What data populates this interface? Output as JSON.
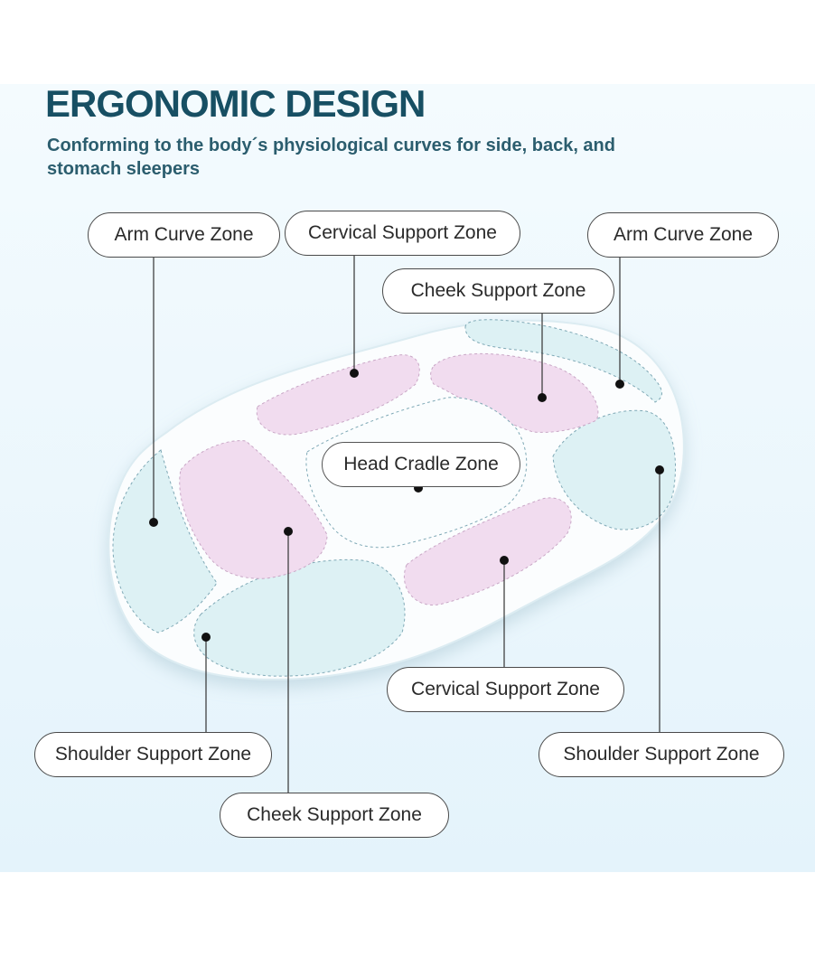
{
  "header": {
    "title": "ERGONOMIC DESIGN",
    "subtitle": "Conforming to the body´s physiological curves for side, back, and stomach sleepers"
  },
  "zones": {
    "arm_curve_left": "Arm Curve Zone",
    "cervical_top": "Cervical Support Zone",
    "arm_curve_right": "Arm Curve Zone",
    "cheek_top": "Cheek Support Zone",
    "head_cradle": "Head Cradle Zone",
    "cervical_bottom": "Cervical Support Zone",
    "shoulder_left": "Shoulder Support Zone",
    "shoulder_right": "Shoulder Support Zone",
    "cheek_bottom": "Cheek Support Zone"
  },
  "colors": {
    "title": "#174f63",
    "pink_zone": "#f1dcef",
    "mint_zone": "#ddf1f4",
    "pillow": "#ffffff",
    "background": "#e8f5fb"
  }
}
